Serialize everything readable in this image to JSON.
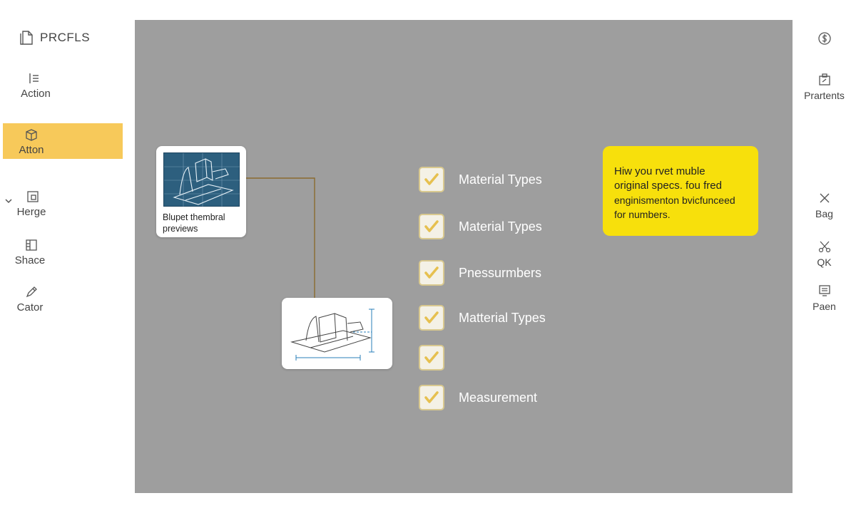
{
  "sidebar": {
    "brand": "PRCFLS",
    "items": [
      {
        "label": "Action",
        "icon": "list-icon"
      },
      {
        "label": "Atton",
        "icon": "box-icon",
        "active": true
      },
      {
        "label": "Herge",
        "icon": "frame-icon"
      },
      {
        "label": "Shace",
        "icon": "panels-icon"
      },
      {
        "label": "Cator",
        "icon": "pen-icon"
      }
    ]
  },
  "canvas": {
    "thumbnail_card": {
      "caption": "Blupet thembral previews"
    },
    "checklist": [
      {
        "label": "Material Types",
        "checked": true
      },
      {
        "label": "Material Types",
        "checked": true
      },
      {
        "label": "Pnessurmbers",
        "checked": true
      },
      {
        "label": "Matterial Types",
        "checked": true
      },
      {
        "label": "",
        "checked": true
      },
      {
        "label": "Measurement",
        "checked": true
      }
    ],
    "note": {
      "line1": "Hiw you rvet muble",
      "line2": "original specs. fou fred",
      "line3": "enginismenton bvicfunceed",
      "line4": "for numbers."
    }
  },
  "right_sidebar": {
    "items": [
      {
        "label": "",
        "icon": "dollar-icon"
      },
      {
        "label": "Prartents",
        "icon": "clipboard-icon"
      },
      {
        "label": "Bag",
        "icon": "close-icon"
      },
      {
        "label": "QK",
        "icon": "scissors-icon"
      },
      {
        "label": "Paen",
        "icon": "monitor-icon"
      }
    ]
  },
  "colors": {
    "canvas": "#9e9e9e",
    "active_nav": "#f7c95a",
    "note": "#f7e00c",
    "check": "#e6c04f",
    "connector": "#8a6a2e",
    "blueprint": "#2d5f7e"
  }
}
